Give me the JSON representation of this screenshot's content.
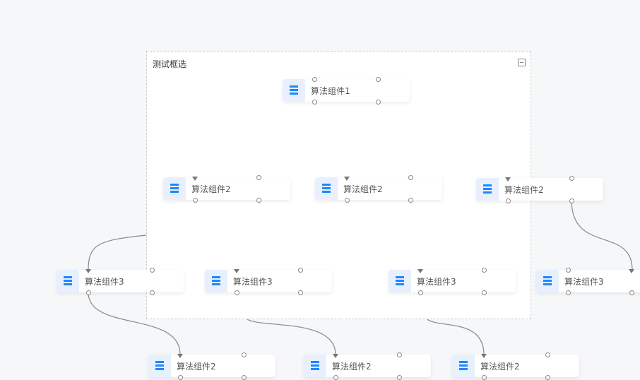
{
  "group": {
    "title": "测试框选",
    "collapse_icon": "minus-square-icon"
  },
  "colors": {
    "accent": "#1e88ff",
    "icon_bg": "#e8f0fd",
    "edge": "#888888"
  },
  "nodes": [
    {
      "label": "算法组件1"
    },
    {
      "label": "算法组件2"
    },
    {
      "label": "算法组件2"
    },
    {
      "label": "算法组件2"
    },
    {
      "label": "算法组件3"
    },
    {
      "label": "算法组件3"
    },
    {
      "label": "算法组件3"
    },
    {
      "label": "算法组件3"
    },
    {
      "label": "算法组件2"
    },
    {
      "label": "算法组件2"
    },
    {
      "label": "算法组件2"
    }
  ]
}
